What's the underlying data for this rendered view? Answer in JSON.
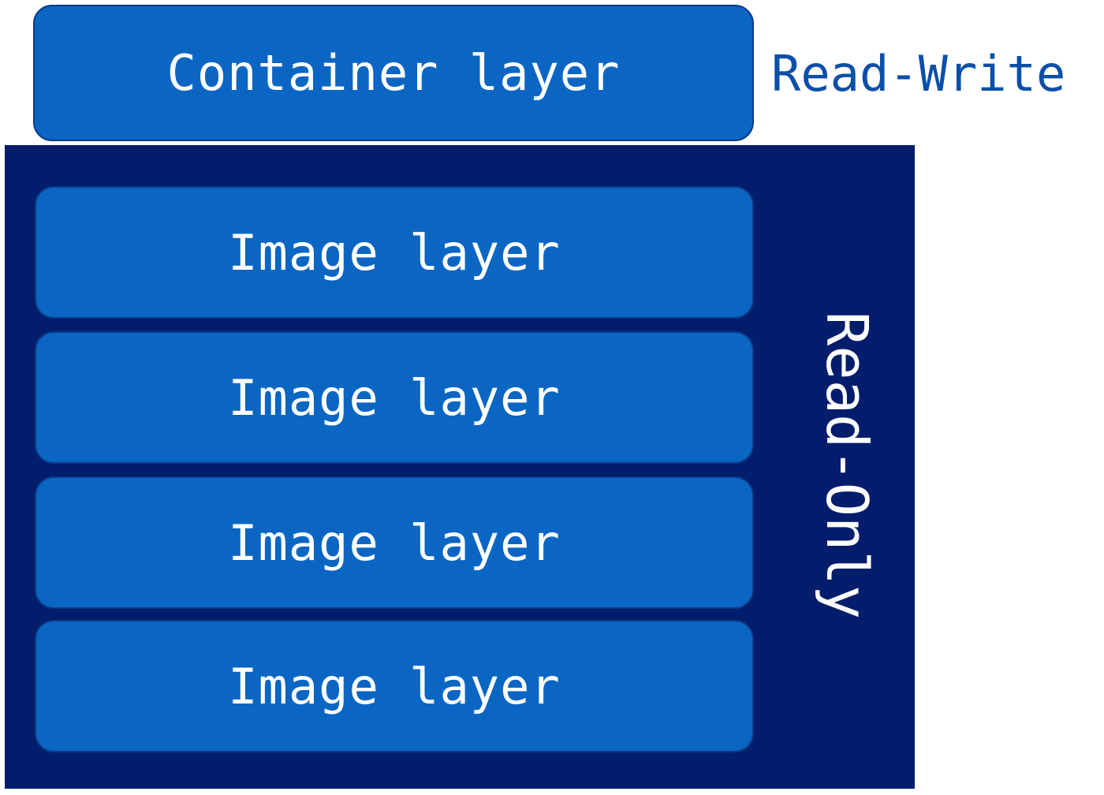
{
  "container_layer": {
    "label": "Container layer"
  },
  "read_write_label": "Read-Write",
  "image_layers": [
    {
      "label": "Image layer"
    },
    {
      "label": "Image layer"
    },
    {
      "label": "Image layer"
    },
    {
      "label": "Image layer"
    }
  ],
  "read_only_label": "Read-Only",
  "colors": {
    "layer_fill": "#0b66c3",
    "panel_fill": "#021d6b",
    "read_write_text": "#0b4fa8"
  }
}
